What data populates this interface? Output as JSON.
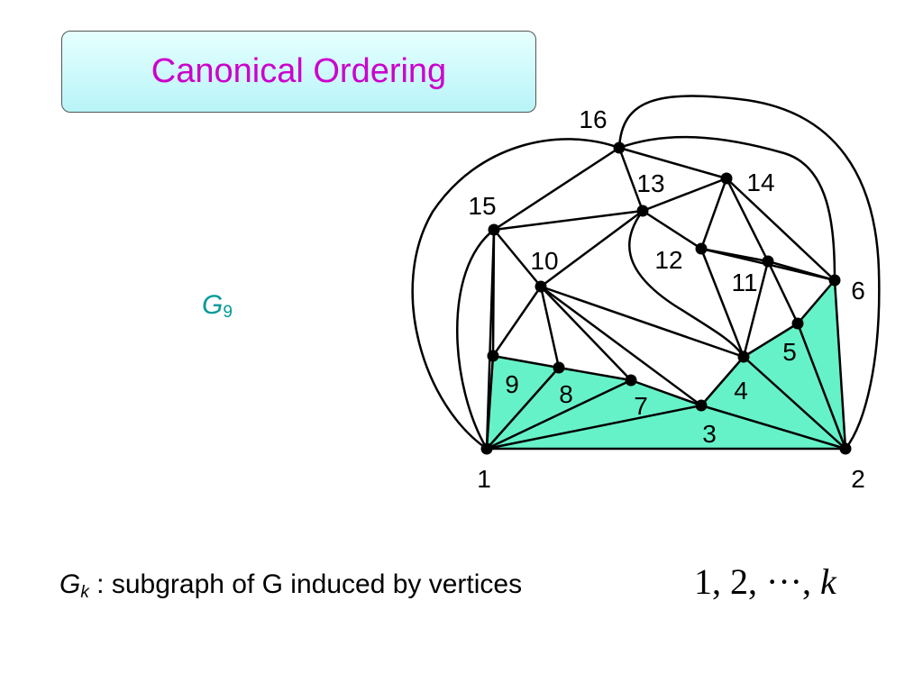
{
  "title": "Canonical Ordering",
  "subgraph_label": {
    "base": "G",
    "sub": "9"
  },
  "caption": {
    "symbol": "G",
    "sub": "k",
    "text": " : subgraph of G induced by vertices",
    "formula_start": "1, 2, ",
    "formula_dots": "···, ",
    "formula_end": "k"
  },
  "colors": {
    "title": "#cc00cc",
    "fill": "#66f2c8",
    "g9": "#009999"
  },
  "graph": {
    "vertices": [
      "1",
      "2",
      "3",
      "4",
      "5",
      "6",
      "7",
      "8",
      "9",
      "10",
      "11",
      "12",
      "13",
      "14",
      "15",
      "16"
    ],
    "edges": [
      [
        "1",
        "2"
      ],
      [
        "1",
        "9"
      ],
      [
        "1",
        "8"
      ],
      [
        "1",
        "7"
      ],
      [
        "1",
        "3"
      ],
      [
        "3",
        "2"
      ],
      [
        "3",
        "7"
      ],
      [
        "3",
        "4"
      ],
      [
        "7",
        "8"
      ],
      [
        "8",
        "9"
      ],
      [
        "4",
        "5"
      ],
      [
        "5",
        "6"
      ],
      [
        "6",
        "2"
      ],
      [
        "4",
        "2"
      ],
      [
        "5",
        "2"
      ],
      [
        "9",
        "15"
      ],
      [
        "1",
        "15"
      ],
      [
        "9",
        "10"
      ],
      [
        "10",
        "8"
      ],
      [
        "10",
        "7"
      ],
      [
        "10",
        "3"
      ],
      [
        "10",
        "4"
      ],
      [
        "10",
        "15"
      ],
      [
        "10",
        "13"
      ],
      [
        "15",
        "13"
      ],
      [
        "15",
        "16"
      ],
      [
        "16",
        "13"
      ],
      [
        "16",
        "14"
      ],
      [
        "13",
        "14"
      ],
      [
        "13",
        "12"
      ],
      [
        "14",
        "12"
      ],
      [
        "14",
        "11"
      ],
      [
        "14",
        "6"
      ],
      [
        "12",
        "11"
      ],
      [
        "12",
        "4"
      ],
      [
        "11",
        "4"
      ],
      [
        "11",
        "5"
      ],
      [
        "11",
        "6"
      ],
      [
        "12",
        "6"
      ],
      [
        "13",
        "4"
      ]
    ],
    "shaded_vertices": [
      "1",
      "9",
      "8",
      "7",
      "3",
      "4",
      "5",
      "6",
      "2"
    ]
  }
}
